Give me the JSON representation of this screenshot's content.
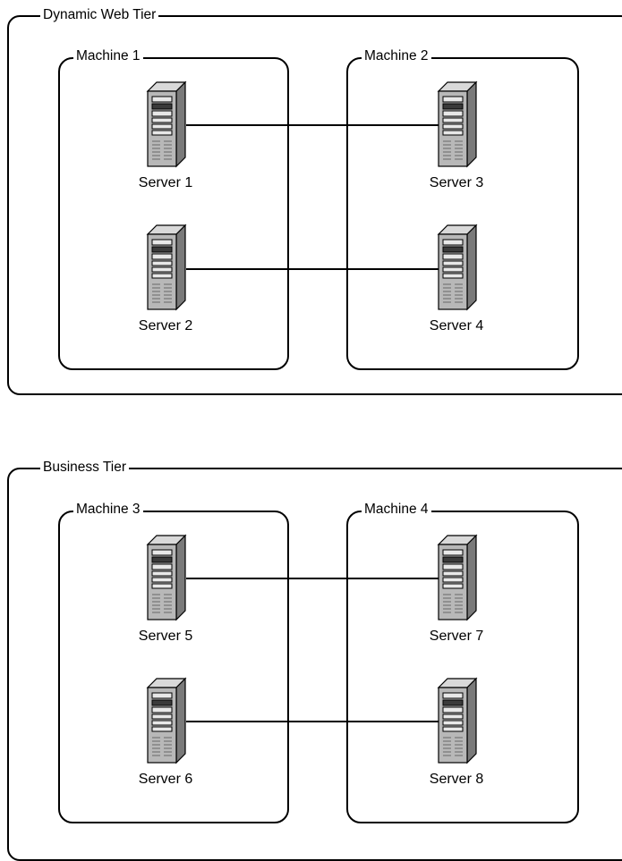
{
  "tiers": [
    {
      "label": "Dynamic Web Tier",
      "machines": [
        {
          "label": "Machine 1",
          "servers": [
            "Server 1",
            "Server 2"
          ]
        },
        {
          "label": "Machine 2",
          "servers": [
            "Server 3",
            "Server 4"
          ]
        }
      ]
    },
    {
      "label": "Business Tier",
      "machines": [
        {
          "label": "Machine 3",
          "servers": [
            "Server 5",
            "Server 6"
          ]
        },
        {
          "label": "Machine 4",
          "servers": [
            "Server 7",
            "Server 8"
          ]
        }
      ]
    }
  ],
  "connections": [
    [
      "Server 1",
      "Server 3"
    ],
    [
      "Server 2",
      "Server 4"
    ],
    [
      "Server 5",
      "Server 7"
    ],
    [
      "Server 6",
      "Server 8"
    ]
  ]
}
